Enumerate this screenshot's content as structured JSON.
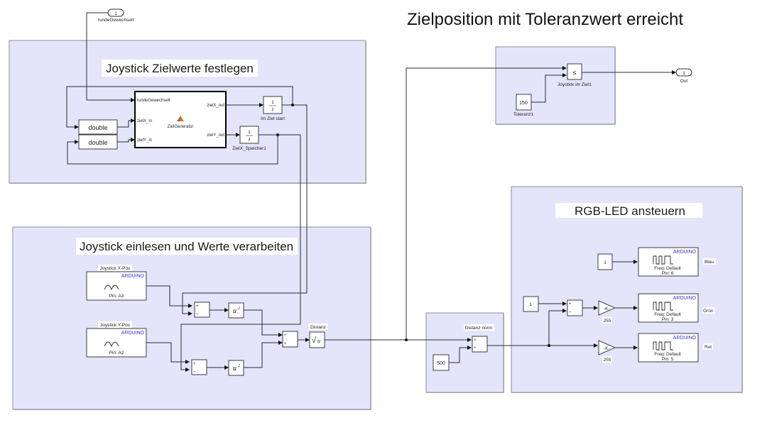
{
  "diagram": {
    "main_title": "Zielposition mit Toleranzwert erreicht",
    "inport": {
      "number": "1",
      "name": "rundeGewechselt"
    },
    "outport": {
      "number": "1",
      "name": "Out"
    },
    "areas": {
      "zielwerte": {
        "title": "Joystick Zielwerte festlegen"
      },
      "einlesen": {
        "title": "Joystick einlesen und Werte verarbeiten"
      },
      "toleranz": {
        "title": ""
      },
      "distanz_norm": {
        "title": ""
      },
      "rgb": {
        "title": "RGB-LED ansteuern"
      }
    },
    "zielgenerator": {
      "name": "ZielGenerator",
      "inputs": [
        "rundeGewechselt",
        "zielX_in",
        "zielY_in"
      ],
      "outputs": [
        "zielX_out",
        "zielY_out"
      ]
    },
    "conversions": [
      "double",
      "double"
    ],
    "delays": [
      {
        "name": "Im Ziel start",
        "num": "1",
        "den": "z"
      },
      {
        "name": "ZielX_Speicher1",
        "num": "1",
        "den": "z"
      }
    ],
    "analog_inputs": [
      {
        "name": "Joystick X-Pos",
        "vendor": "ARDUINO",
        "pin": "Pin: A3"
      },
      {
        "name": "Joystick Y-Pos",
        "vendor": "ARDUINO",
        "pin": "Pin: A2"
      }
    ],
    "sum_signs": {
      "sub": [
        "+",
        "–"
      ],
      "add": [
        "+",
        "+"
      ]
    },
    "square": {
      "base": "u",
      "exp": "2"
    },
    "sqrt": {
      "name": "Distanz",
      "symbol": "√",
      "arg": "u"
    },
    "divide": {
      "name": "Distanz norm",
      "signs": [
        "×",
        "÷"
      ]
    },
    "constants": {
      "norm": "500",
      "toleranz": {
        "value": "150",
        "name": "Toleranz1"
      },
      "blau": "1",
      "one": "1"
    },
    "compare": {
      "symbol": "≤",
      "name": "Joystick im Ziel1"
    },
    "gains": [
      {
        "symbol": "-K-",
        "value": "255"
      },
      {
        "symbol": "-K-",
        "value": "255"
      }
    ],
    "pwm_outputs": [
      {
        "name": "Blau",
        "vendor": "ARDUINO",
        "freq": "Freq: Default",
        "pin": "Pin: 6"
      },
      {
        "name": "Grün",
        "vendor": "ARDUINO",
        "freq": "Freq: Default",
        "pin": "Pin: 3"
      },
      {
        "name": "Rot",
        "vendor": "ARDUINO",
        "freq": "Freq: Default",
        "pin": "Pin: 5"
      }
    ],
    "colors": {
      "area_fill": "#e4e4fb",
      "area_border": "#8c8c9c",
      "arduino_text": "#3333cc",
      "matlab_icon": "#e1701f"
    }
  }
}
